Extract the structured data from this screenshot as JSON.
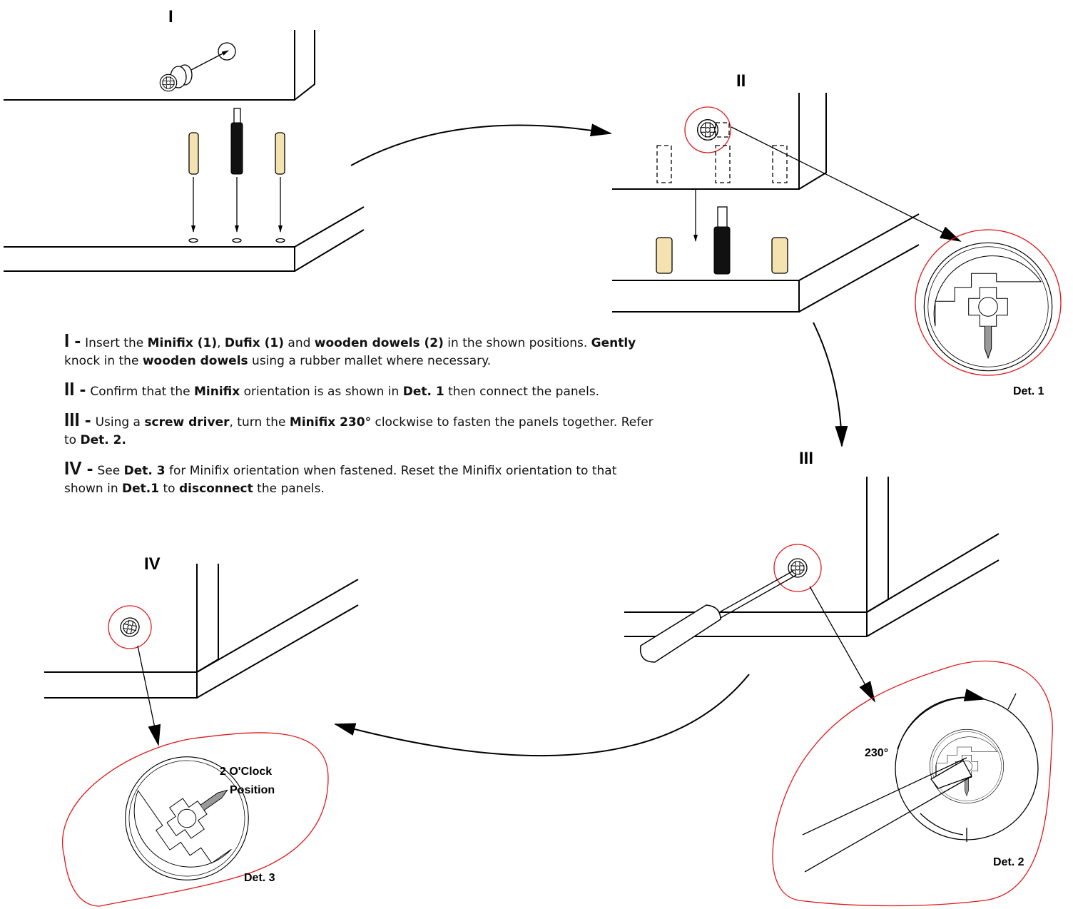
{
  "step_labels": {
    "s1": "I",
    "s2": "II",
    "s3": "III",
    "s4": "IV"
  },
  "details": {
    "det1": "Det. 1",
    "det2": "Det. 2",
    "det3": "Det. 3",
    "angle": "230°",
    "clock_line1": "2 O'Clock",
    "clock_line2": "Position"
  },
  "instructions": [
    {
      "num": "I -",
      "parts": [
        {
          "t": "Insert the ",
          "b": false
        },
        {
          "t": "Minifix (1)",
          "b": true
        },
        {
          "t": ", ",
          "b": false
        },
        {
          "t": "Dufix (1)",
          "b": true
        },
        {
          "t": " and ",
          "b": false
        },
        {
          "t": "wooden dowels (2)",
          "b": true
        },
        {
          "t": " in the shown positions. ",
          "b": false
        },
        {
          "t": "Gently",
          "b": true
        },
        {
          "t": " knock in the ",
          "b": false
        },
        {
          "t": "wooden dowels",
          "b": true
        },
        {
          "t": " using a rubber mallet where necessary.",
          "b": false
        }
      ]
    },
    {
      "num": "II -",
      "parts": [
        {
          "t": "Confirm that the ",
          "b": false
        },
        {
          "t": "Minifix",
          "b": true
        },
        {
          "t": " orientation is as shown in ",
          "b": false
        },
        {
          "t": "Det. 1",
          "b": true
        },
        {
          "t": " then connect the panels.",
          "b": false
        }
      ]
    },
    {
      "num": "III -",
      "parts": [
        {
          "t": "Using a ",
          "b": false
        },
        {
          "t": "screw driver",
          "b": true
        },
        {
          "t": ", turn the ",
          "b": false
        },
        {
          "t": "Minifix 230°",
          "b": true
        },
        {
          "t": " clockwise to fasten the panels together. Refer to ",
          "b": false
        },
        {
          "t": "Det. 2.",
          "b": true
        }
      ]
    },
    {
      "num": "IV -",
      "parts": [
        {
          "t": "See ",
          "b": false
        },
        {
          "t": "Det. 3",
          "b": true
        },
        {
          "t": " for Minifix orientation when fastened. Reset the Minifix orientation to that shown in ",
          "b": false
        },
        {
          "t": "Det.1",
          "b": true
        },
        {
          "t": " to ",
          "b": false
        },
        {
          "t": "disconnect",
          "b": true
        },
        {
          "t": " the panels.",
          "b": false
        }
      ]
    }
  ]
}
